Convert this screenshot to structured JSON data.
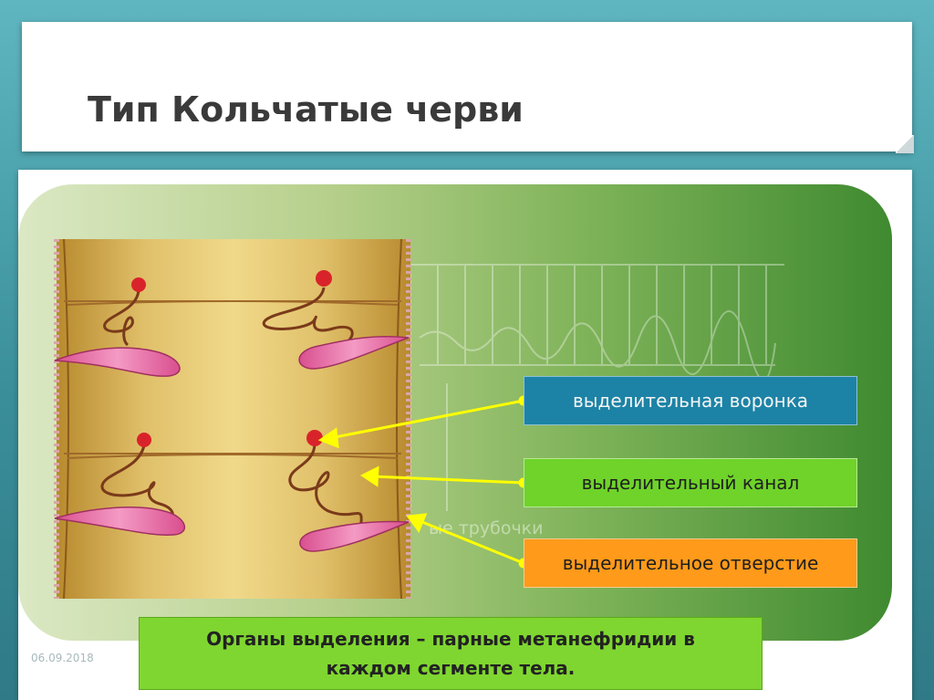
{
  "slide": {
    "title": "Тип Кольчатые черви",
    "date": "06.09.2018"
  },
  "labels": {
    "funnel": "выделительная воронка",
    "canal": "выделительный канал",
    "opening": "выделительное отверстие"
  },
  "background_label": "ые трубочки",
  "caption": {
    "line1": "Органы выделения – парные метанефридии в",
    "line2": "каждом сегменте тела."
  },
  "colors": {
    "funnel_box": "#1c83a6",
    "canal_box": "#6fd32a",
    "opening_box": "#ff9a1a",
    "caption_box": "#7fd630",
    "arrow": "#ffff00",
    "nephridium": "#e86aa6",
    "funnel": "#d9232a",
    "body": "#c9a24a"
  }
}
